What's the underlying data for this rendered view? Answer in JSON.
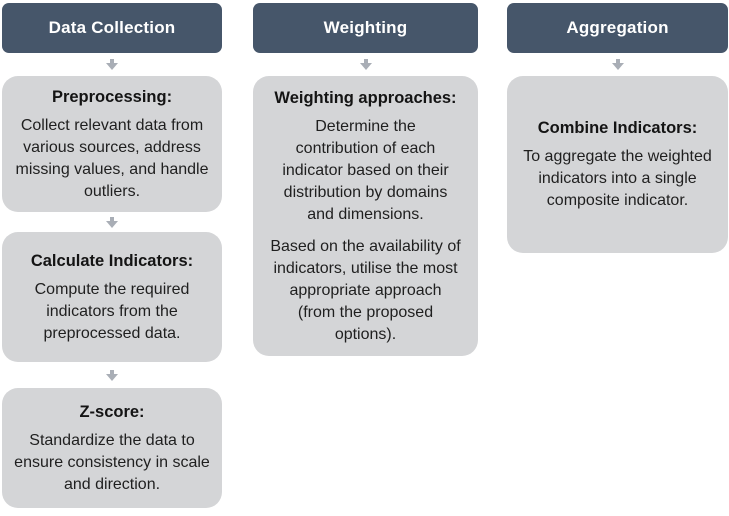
{
  "diagram": {
    "colors": {
      "header_bg": "#46566a",
      "header_text": "#ffffff",
      "box_bg": "#d4d5d7",
      "box_text": "#1f1f1f",
      "arrow": "#a9aeb6",
      "background": "#ffffff"
    },
    "icons": {
      "down_arrow": "block-down-arrow"
    },
    "columns": [
      {
        "header": "Data Collection",
        "boxes": [
          {
            "title": "Preprocessing:",
            "paragraphs": [
              "Collect relevant data from\nvarious sources, address\nmissing values, and handle\noutliers."
            ]
          },
          {
            "title": "Calculate Indicators:",
            "paragraphs": [
              "Compute the required\nindicators from the\npreprocessed data."
            ]
          },
          {
            "title": "Z-score:",
            "paragraphs": [
              "Standardize the data to\nensure consistency in scale\nand direction."
            ]
          }
        ]
      },
      {
        "header": "Weighting",
        "boxes": [
          {
            "title": "Weighting approaches:",
            "paragraphs": [
              "Determine the\ncontribution of each\nindicator based on their\ndistribution by domains\nand dimensions.",
              "Based on the availability of\nindicators, utilise the most\nappropriate approach\n(from the proposed\noptions)."
            ]
          }
        ]
      },
      {
        "header": "Aggregation",
        "boxes": [
          {
            "title": "Combine Indicators:",
            "paragraphs": [
              "To aggregate the weighted\nindicators into a single\ncomposite indicator."
            ]
          }
        ]
      }
    ]
  }
}
